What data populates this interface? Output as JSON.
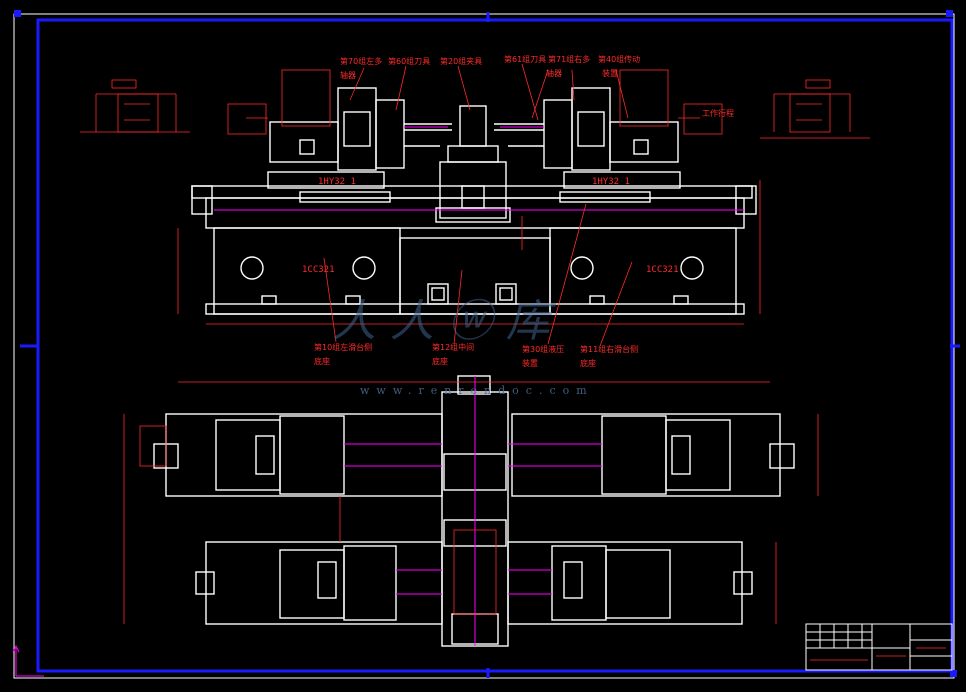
{
  "drawing": {
    "title": "CAD assembly drawing",
    "colors": {
      "background": "#000000",
      "frame": "#1a1aff",
      "outline": "#ffffff",
      "annotation": "#ff2a2a",
      "centerline": "#ff00ff",
      "hidden": "#3b3bff"
    }
  },
  "annotations": {
    "a1": "第70组左多",
    "a1b": "轴器",
    "a2": "第60组刀具",
    "a3": "第20组夹具",
    "a4": "第61组刀具",
    "a5": "第71组右多",
    "a5b": "轴器",
    "a6": "第40组传动",
    "a6b": "装置",
    "a7": "工作行程",
    "a8": "第10组左滑台侧",
    "a8b": "底座",
    "a9": "第12组中间",
    "a9b": "底座",
    "a10": "第30组液压",
    "a10b": "装置",
    "a11": "第11组右滑台侧",
    "a11b": "底座"
  },
  "labels": {
    "hy_left": "1HY32 1",
    "hy_right": "1HY32 1",
    "slide_left": "1CC321",
    "slide_right": "1CC321"
  },
  "watermark": {
    "site": "www.renrendoc.com"
  }
}
